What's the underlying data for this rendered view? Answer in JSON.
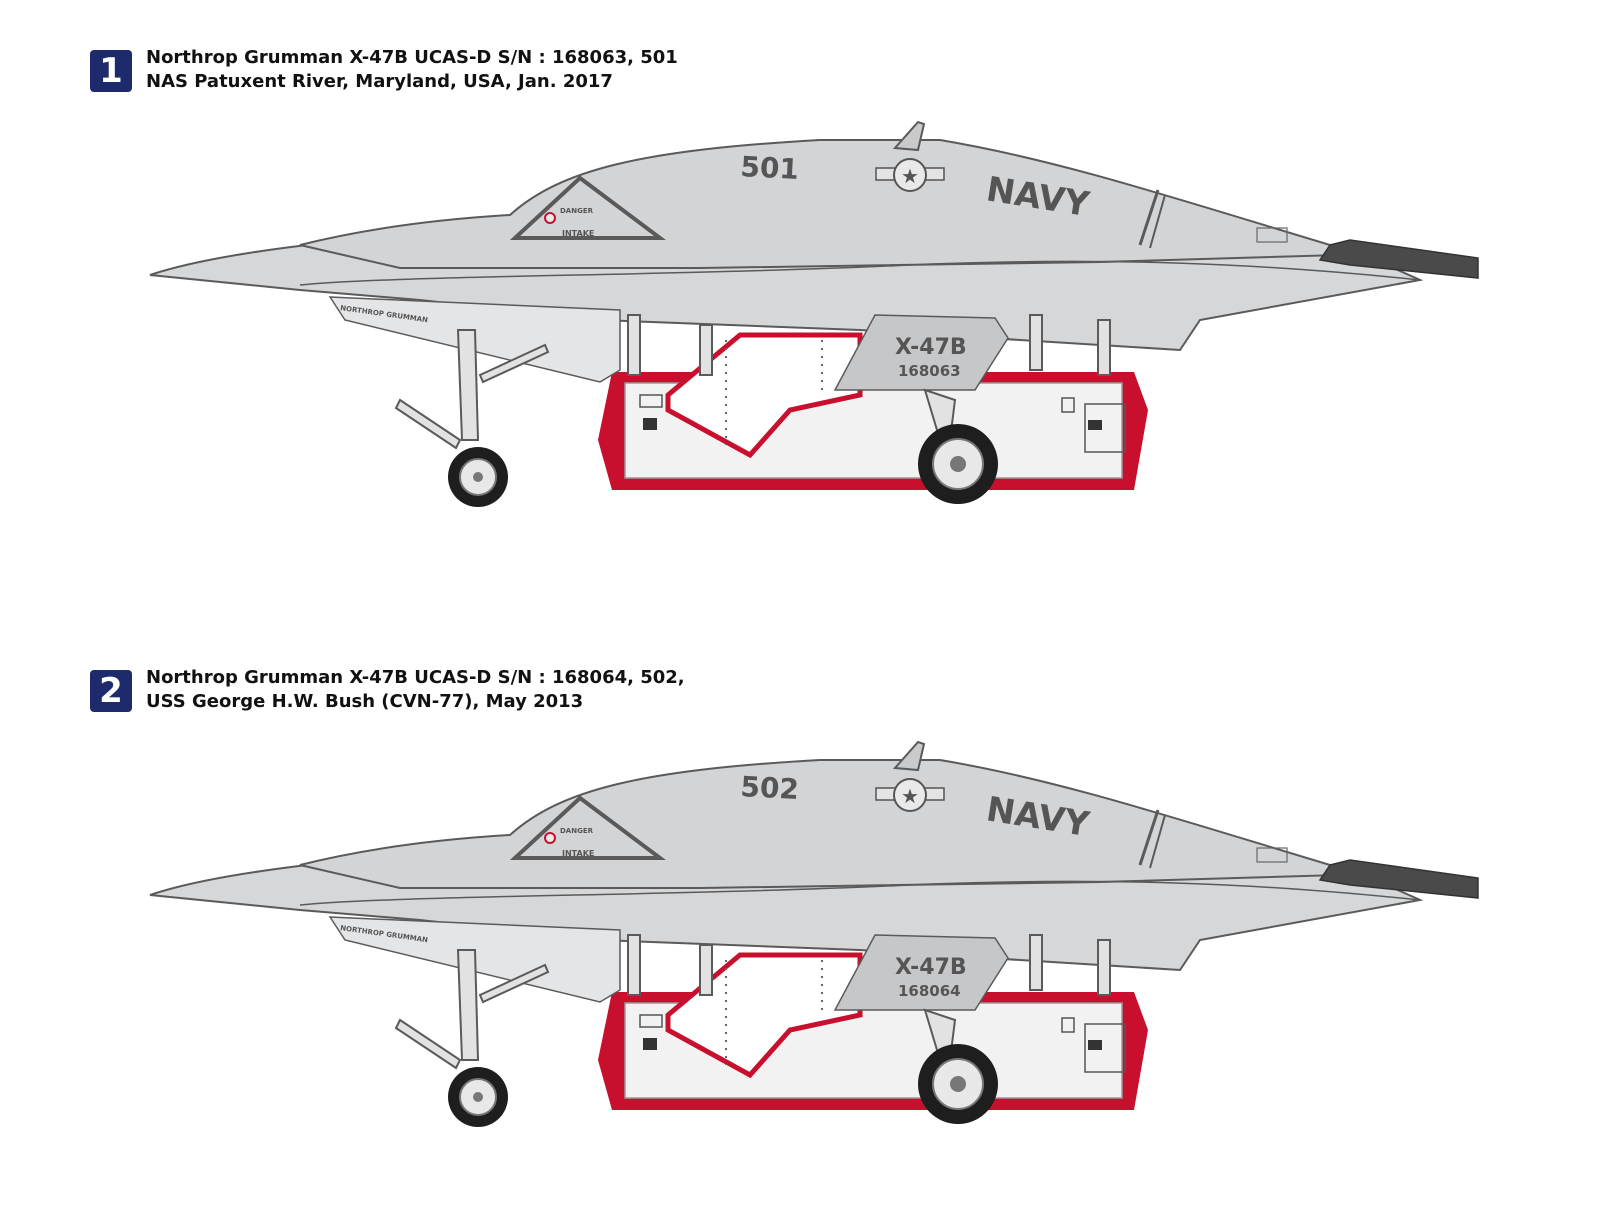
{
  "profiles": [
    {
      "number": "1",
      "line1": "Northrop Grumman X-47B UCAS-D S/N : 168063, 501",
      "line2": "NAS Patuxent River, Maryland, USA, Jan. 2017",
      "nose_number": "501",
      "navy_text": "NAVY",
      "tail_type": "X-47B",
      "tail_serial": "168063",
      "warn_top": "DANGER",
      "warn_bottom": "INTAKE",
      "sponsor_text": "NORTHROP GRUMMAN"
    },
    {
      "number": "2",
      "line1": "Northrop Grumman X-47B UCAS-D S/N : 168064, 502,",
      "line2": "USS George H.W. Bush (CVN-77), May 2013",
      "nose_number": "502",
      "navy_text": "NAVY",
      "tail_type": "X-47B",
      "tail_serial": "168064",
      "warn_top": "DANGER",
      "warn_bottom": "INTAKE",
      "sponsor_text": "NORTHROP GRUMMAN"
    }
  ],
  "colors": {
    "airframe": "#d6d7d9",
    "outline": "#5a5a5a",
    "exhaust": "#4a4a4a",
    "dolly_red": "#c8102e",
    "badge_blue": "#1d2a6b"
  },
  "icons": [
    "navy-roundel-icon",
    "wheel-icon"
  ]
}
